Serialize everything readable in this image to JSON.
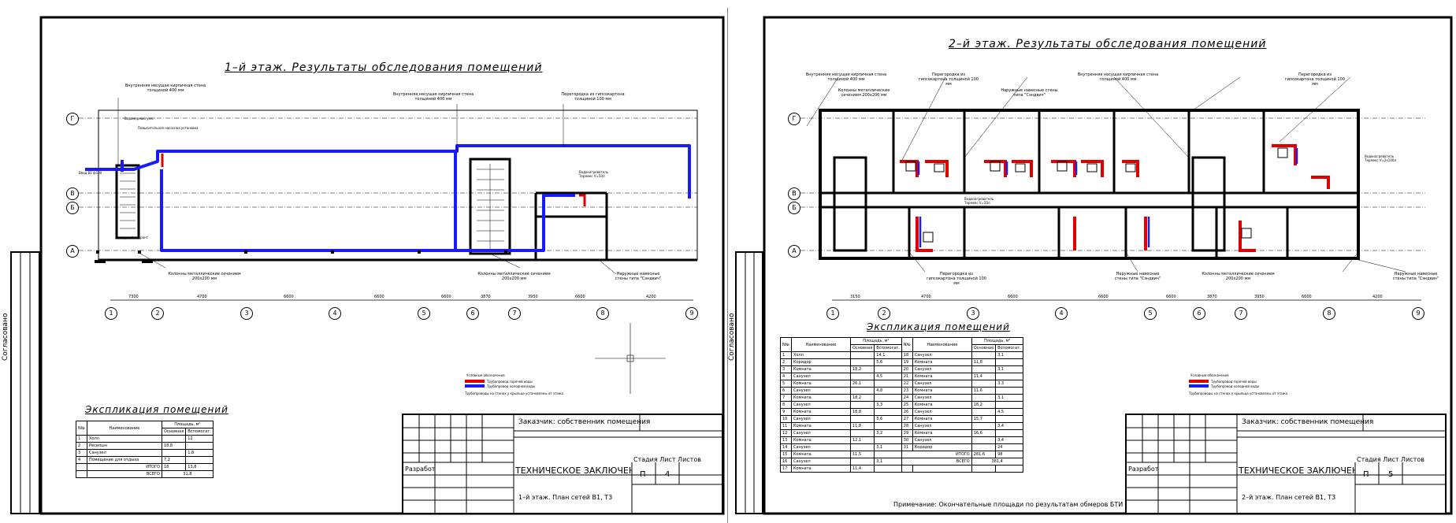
{
  "sheet1": {
    "title": "1–й этаж. Результаты обследования помещений",
    "explication_title": "Экспликация помещений",
    "callouts": {
      "wall_top_left": "Внутренняя несущая кирпичная стена толщиной 400 мм",
      "wall_top_mid": "Внутренняя несущая кирпичная стена толщиной 400 мм",
      "partition_top_right": "Перегородка из гипсокартона толщиной 100 мм",
      "columns_bottom_left": "Колонны металлические сечением 200х200 мм",
      "columns_bottom_mid": "Колонны металлические сечением 200х200 мм",
      "exterior_walls": "Наружные навесные стены типа \"Сэндвич\"",
      "water_unit": "Водомерный узел",
      "pump_unit": "Повысительная насосная установка",
      "water_input": "Ввод В1 ф100",
      "fire_hydrant": "Пожарный гидрант",
      "heater": "Водонагреватель Термекс V=50л"
    },
    "legend": [
      "Условные обозначения",
      "Трубопровод горячей воды",
      "Трубопровод холодной воды",
      "Трубопроводы на стенах у крыльца установлены от этажа"
    ],
    "axes_letters": [
      "Г",
      "В",
      "Б",
      "А"
    ],
    "axes_numbers": [
      "1",
      "2",
      "3",
      "4",
      "5",
      "6",
      "7",
      "8",
      "9"
    ],
    "dims": [
      "7300",
      "4700",
      "6600",
      "6600",
      "6600",
      "3870",
      "3950",
      "6600",
      "4200"
    ],
    "side_text": "Согласовано",
    "table": {
      "headers": [
        "N№",
        "Наименование",
        "Площадь, м²",
        "Основная",
        "Вспомогат."
      ],
      "rows": [
        [
          "1",
          "Холл",
          "",
          "12"
        ],
        [
          "2",
          "Ресепшн",
          "18,8",
          ""
        ],
        [
          "3",
          "Санузел",
          "",
          "1,8"
        ],
        [
          "4",
          "Помещение для отдыха",
          "7,2",
          ""
        ]
      ],
      "total_label": "ИТОГО",
      "total_main": "18",
      "total_aux": "13,8",
      "grand_label": "ВСЕГО",
      "grand_value": "31,8"
    },
    "title_block": {
      "customer": "Заказчик: собственник помещения",
      "doc": "ТЕХНИЧЕСКОЕ ЗАКЛЮЧЕНИЕ",
      "stage_head": "Стадия Лист Листов",
      "stage": "П",
      "sheet": "4",
      "developed": "Разработал",
      "sheet_title": "1–й этаж. План сетей В1, Т3"
    }
  },
  "sheet2": {
    "title": "2–й этаж. Результаты обследования помещений",
    "explication_title": "Экспликация помещений",
    "callouts": {
      "wall_a": "Внутренняя несущая кирпичная стена толщиной 400 мм",
      "partition_a": "Перегородка из гипсокартона толщиной 100 мм",
      "wall_b": "Внутренняя несущая кирпичная стена толщиной 400 мм",
      "partition_b": "Перегородка из гипсокартона толщиной 100 мм",
      "columns_top": "Колонны металлические сечением 200х200 мм",
      "exterior_top": "Наружные навесные стены типа \"Сэндвич\"",
      "heater_1": "Водонагреватель Термекс V=50л",
      "partition_bottom": "Перегородка из гипсокартона толщиной 100 мм",
      "exterior_bottom": "Наружные навесные стены типа \"Сэндвич\"",
      "columns_bottom": "Колонны металлические сечением 200х200 мм",
      "exterior_right": "Наружные навесные стены типа \"Сэндвич\"",
      "heater_right": "Водонагреватель Термекс V=2х100л"
    },
    "legend": [
      "Условные обозначения",
      "Трубопровод горячей воды",
      "Трубопровод холодной воды",
      "Трубопроводы на стенах у крыльца установлены от этажа"
    ],
    "axes_letters": [
      "Г",
      "В",
      "Б",
      "А"
    ],
    "axes_numbers": [
      "1",
      "2",
      "3",
      "4",
      "5",
      "6",
      "7",
      "8",
      "9"
    ],
    "dims": [
      "3150",
      "4700",
      "6600",
      "6600",
      "6600",
      "3870",
      "3950",
      "6600",
      "4200"
    ],
    "side_text": "Согласовано",
    "table": {
      "headers": [
        "N№",
        "Наименование",
        "Площадь, м²",
        "Основная",
        "Вспомогат."
      ],
      "left_rows": [
        [
          "1",
          "Холл",
          "",
          "14,1"
        ],
        [
          "2",
          "Коридор",
          "",
          "5,6"
        ],
        [
          "3",
          "Комната",
          "18,2",
          ""
        ],
        [
          "4",
          "Санузел",
          "",
          "4,5"
        ],
        [
          "5",
          "Комната",
          "26,1",
          ""
        ],
        [
          "6",
          "Санузел",
          "",
          "4,8"
        ],
        [
          "7",
          "Комната",
          "18,2",
          ""
        ],
        [
          "8",
          "Санузел",
          "",
          "3,3"
        ],
        [
          "9",
          "Комната",
          "18,8",
          ""
        ],
        [
          "10",
          "Санузел",
          "",
          "3,6"
        ],
        [
          "11",
          "Комната",
          "11,8",
          ""
        ],
        [
          "12",
          "Санузел",
          "",
          "3,2"
        ],
        [
          "13",
          "Комната",
          "12,1",
          ""
        ],
        [
          "14",
          "Санузел",
          "",
          "3,1"
        ],
        [
          "15",
          "Комната",
          "11,5",
          ""
        ],
        [
          "16",
          "Санузел",
          "",
          "3,1"
        ],
        [
          "17",
          "Комната",
          "11,4",
          ""
        ]
      ],
      "right_rows": [
        [
          "18",
          "Санузел",
          "",
          "3,1"
        ],
        [
          "19",
          "Комната",
          "11,8",
          ""
        ],
        [
          "20",
          "Санузел",
          "",
          "3,1"
        ],
        [
          "21",
          "Комната",
          "11,4",
          ""
        ],
        [
          "22",
          "Санузел",
          "",
          "3,3"
        ],
        [
          "23",
          "Комната",
          "11,6",
          ""
        ],
        [
          "24",
          "Санузел",
          "",
          "3,1"
        ],
        [
          "25",
          "Комната",
          "18,2",
          ""
        ],
        [
          "26",
          "Санузел",
          "",
          "4,5"
        ],
        [
          "27",
          "Комната",
          "15,7",
          ""
        ],
        [
          "28",
          "Санузел",
          "",
          "3,4"
        ],
        [
          "29",
          "Комната",
          "16,6",
          ""
        ],
        [
          "30",
          "Санузел",
          "",
          "3,4"
        ],
        [
          "31",
          "Коридор",
          "",
          "24"
        ]
      ],
      "total_label": "ИТОГО",
      "total_main": "281,6",
      "total_aux": "98",
      "grand_label": "ВСЕГО",
      "grand_value": "381,4",
      "note": "Примечание: Окончательные площади по результатам обмеров БТИ"
    },
    "title_block": {
      "customer": "Заказчик: собственник помещения",
      "doc": "ТЕХНИЧЕСКОЕ ЗАКЛЮЧЕНИЕ",
      "stage_head": "Стадия Лист Листов",
      "stage": "П",
      "sheet": "5",
      "developed": "Разработал",
      "sheet_title": "2–й этаж. План сетей В1, Т3"
    }
  },
  "colors": {
    "cold_water": "#1a1aff",
    "hot_water": "#e00000",
    "walls": "#000000"
  }
}
